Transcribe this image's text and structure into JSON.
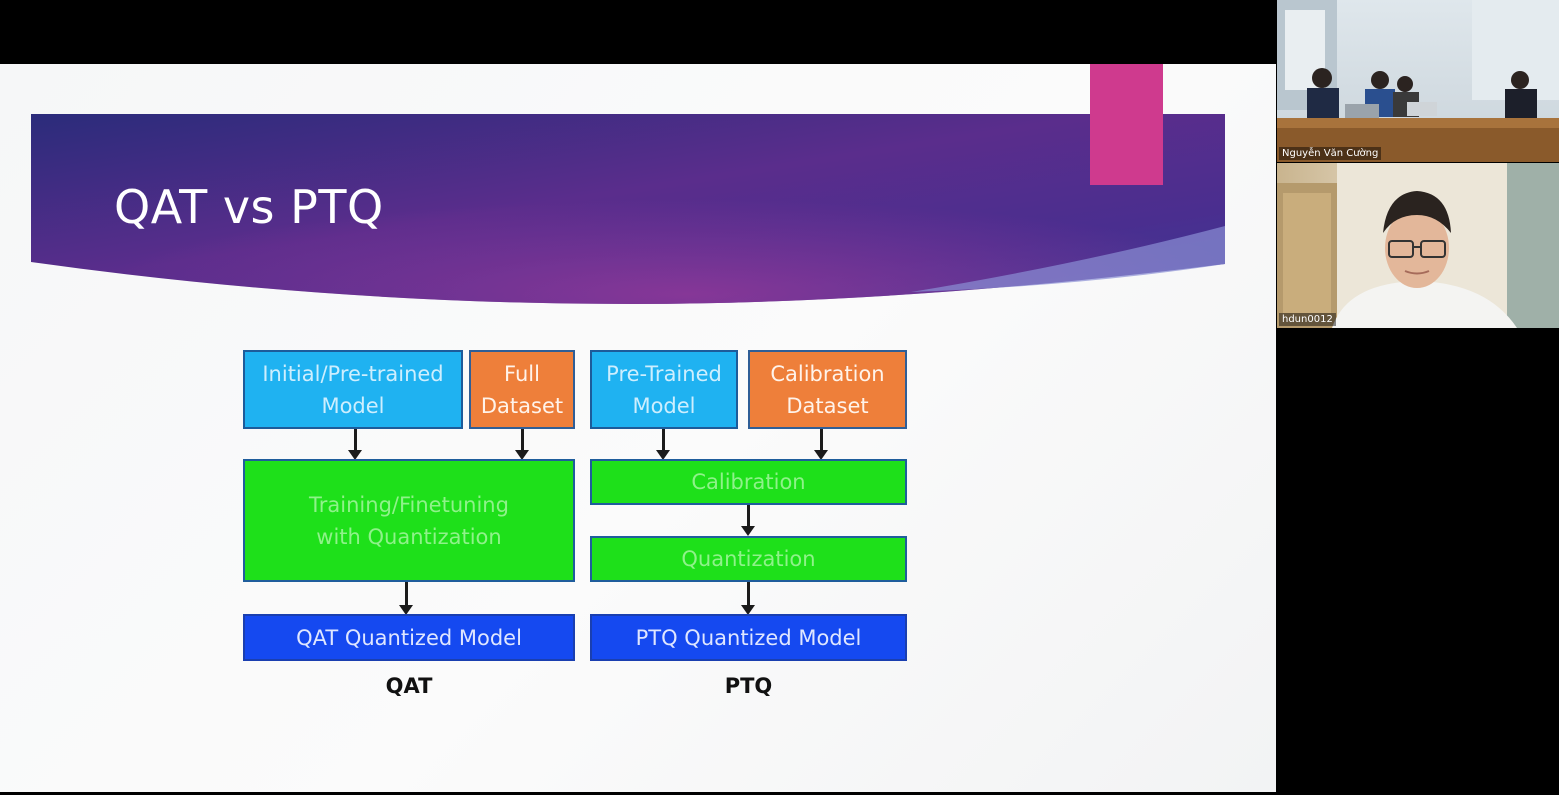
{
  "slide": {
    "title": "QAT vs PTQ",
    "colors": {
      "banner_start": "#2d2a7a",
      "banner_end": "#7a2d8e",
      "accent": "#cf3a8e"
    },
    "diagram": {
      "qat": {
        "model_box": "Initial/Pre-trained\nModel",
        "data_box": "Full\nDataset",
        "process_box": "Training/Finetuning\nwith Quantization",
        "output_box": "QAT Quantized Model",
        "caption": "QAT"
      },
      "ptq": {
        "model_box": "Pre-Trained\nModel",
        "data_box": "Calibration\nDataset",
        "calibration_box": "Calibration",
        "quantization_box": "Quantization",
        "output_box": "PTQ Quantized Model",
        "caption": "PTQ"
      },
      "colors": {
        "model": "#1fb2f1",
        "dataset": "#ee7f3a",
        "process": "#1ee01a",
        "output": "#1549f0"
      }
    }
  },
  "participants": [
    {
      "name": "Nguyễn Văn Cường",
      "video": "meeting-room-camera"
    },
    {
      "name": "hdun0012",
      "video": "webcam-person"
    }
  ]
}
